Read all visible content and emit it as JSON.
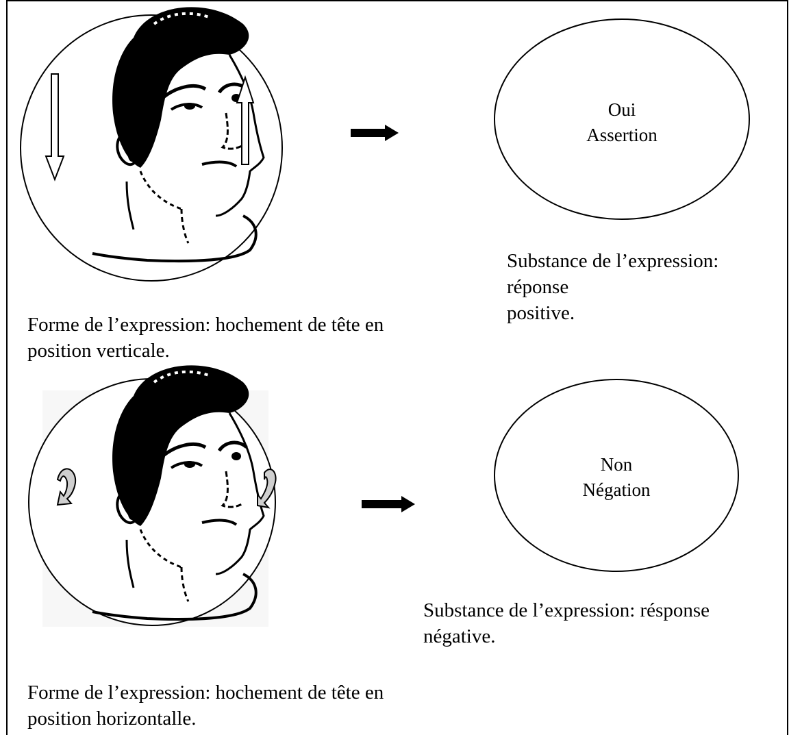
{
  "top": {
    "oval_line1": "Oui",
    "oval_line2": "Assertion",
    "substance_line1": "Substance de l’expression: réponse",
    "substance_line2": "positive.",
    "forme_line1": "Forme de l’expression: hochement de tête en",
    "forme_line2": "position verticale."
  },
  "bottom": {
    "oval_line1": "Non",
    "oval_line2": "Négation",
    "substance_line1": "Substance de l’expression: résponse",
    "substance_line2": "négative.",
    "forme_line1": "Forme de l’expression: hochement de tête en",
    "forme_line2": "position horizontalle."
  }
}
